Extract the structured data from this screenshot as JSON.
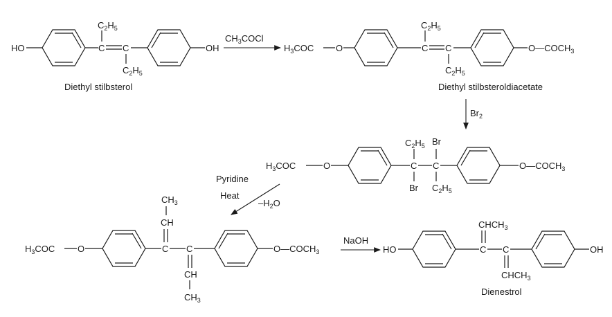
{
  "compounds": {
    "diethylstilbestrol": {
      "name": "Diethyl stilbsterol",
      "left_group": "HO",
      "right_group": "OH",
      "top_sub": [
        "C",
        "2",
        "H",
        "5"
      ],
      "bottom_sub": [
        "C",
        "2",
        "H",
        "5"
      ],
      "center": "C=C"
    },
    "diacetate": {
      "name": "Diethyl stilbsteroldiacetate",
      "left_group": "H3COC—O",
      "left_parts": [
        "H",
        "3",
        "COC"
      ],
      "right_parts": [
        "O",
        "—COCH",
        "3"
      ],
      "top_sub": [
        "C",
        "2",
        "H",
        "5"
      ],
      "bottom_sub": [
        "C",
        "2",
        "H",
        "5"
      ]
    },
    "dibromide": {
      "left_parts": [
        "H",
        "3",
        "COC"
      ],
      "right_parts": [
        "O",
        "—COCH",
        "3"
      ],
      "top_left_sub": [
        "C",
        "2",
        "H",
        "5"
      ],
      "top_right": "Br",
      "bottom_left": "Br",
      "bottom_right_sub": [
        "C",
        "2",
        "H",
        "5"
      ]
    },
    "dienestrol_diacetate": {
      "left_parts": [
        "H",
        "3",
        "COC"
      ],
      "right_parts": [
        "O",
        "—COCH",
        "3"
      ],
      "upper_chain": [
        "CH",
        "3",
        "CH"
      ],
      "lower_chain": [
        "CH",
        "CH",
        "3"
      ]
    },
    "dienestrol": {
      "name": "Dienestrol",
      "left_group": "HO",
      "right_group": "OH",
      "top_chain": [
        "CHCH",
        "3"
      ],
      "bottom_chain": [
        "CHCH",
        "3"
      ]
    }
  },
  "reactions": {
    "acetylation": {
      "reagent": [
        "CH",
        "3",
        "COCl"
      ]
    },
    "bromination": {
      "reagent": [
        "Br",
        "2"
      ]
    },
    "elimination": {
      "reagent_1": "Pyridine",
      "reagent_2": "Heat",
      "reagent_3": [
        "–H",
        "2",
        "O"
      ]
    },
    "hydrolysis": {
      "reagent": "NaOH"
    }
  },
  "atoms": {
    "carbon": "C",
    "oxygen": "O"
  }
}
